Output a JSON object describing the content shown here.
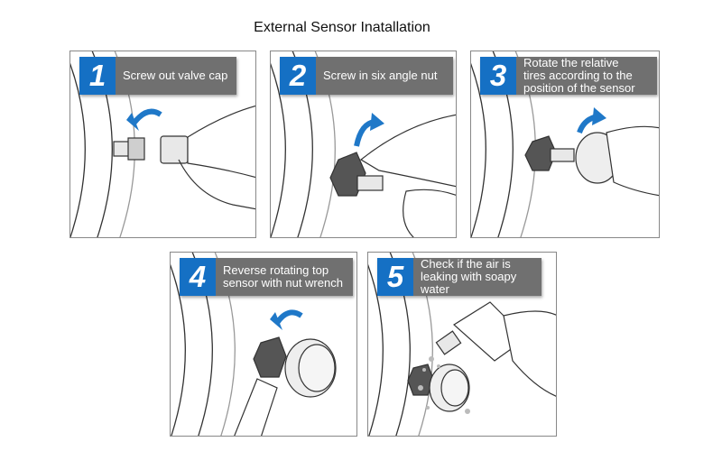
{
  "title": "External Sensor Inatallation",
  "steps": [
    {
      "number": "1",
      "text": "Screw out valve cap"
    },
    {
      "number": "2",
      "text": "Screw in six angle nut"
    },
    {
      "number": "3",
      "text": "Rotate the relative\ntires according to the\nposition of the sensor"
    },
    {
      "number": "4",
      "text": "Reverse rotating top\nsensor with nut wrench"
    },
    {
      "number": "5",
      "text": "Check if the air is\nleaking with soapy\nwater"
    }
  ],
  "colors": {
    "number_badge": "#1570c4",
    "text_badge": "#707070",
    "arrow": "#1f78c8",
    "line_art": "#222222"
  }
}
